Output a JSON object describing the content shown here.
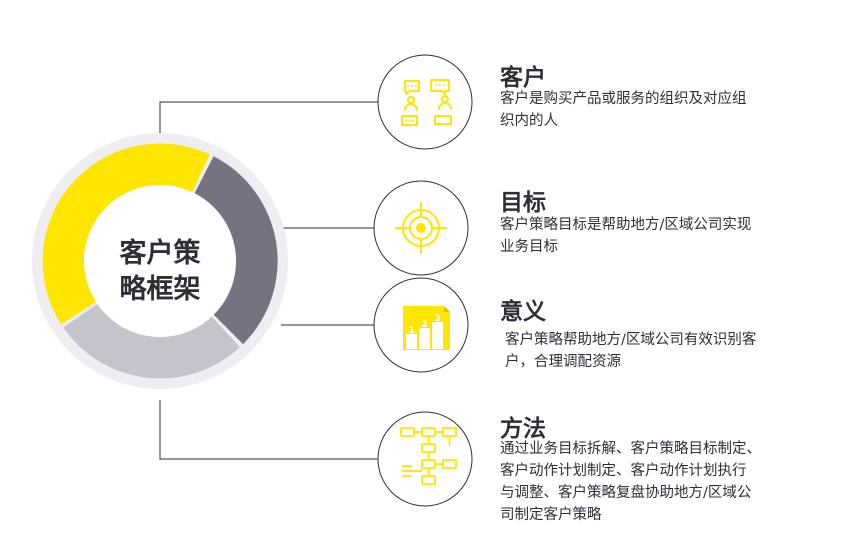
{
  "center": {
    "line1": "客户策",
    "line2": "略框架"
  },
  "colors": {
    "yellow": "#FFE600",
    "dark_gray": "#747480",
    "light_gray": "#C4C4CD",
    "ring_bg": "#EEEEF2",
    "text": "#2E2E38",
    "line": "#2E2E38"
  },
  "items": [
    {
      "title": "客户",
      "desc_lines": [
        "客户是购买产品或服务的组织及对应组",
        "织内的人"
      ],
      "icon": "people-chat-icon"
    },
    {
      "title": "目标",
      "desc_lines": [
        "客户策略目标是帮助地方/区域公司实现",
        "业务目标"
      ],
      "icon": "target-icon"
    },
    {
      "title": "意义",
      "desc_lines": [
        "客户策略帮助地方/区域公司有效识别客",
        "户，合理调配资源"
      ],
      "icon": "ranking-chart-icon",
      "icon_digits": [
        "1",
        "2",
        "3"
      ]
    },
    {
      "title": "方法",
      "desc_lines": [
        "通过业务目标拆解、客户策略目标制定、",
        "客户动作计划制定、客户动作计划执行",
        "与调整、客户策略复盘协助地方/区域公",
        "司制定客户策略"
      ],
      "icon": "flowchart-icon"
    }
  ]
}
